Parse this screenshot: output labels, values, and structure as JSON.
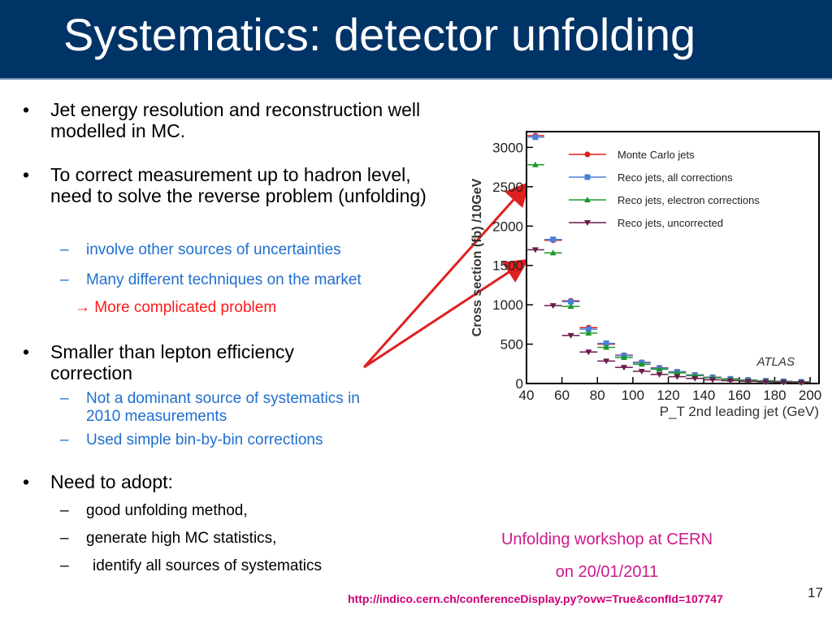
{
  "title": "Systematics: detector unfolding",
  "bullets": {
    "b1": "Jet energy resolution and reconstruction well modelled in MC.",
    "b2": "To correct measurement up to hadron level, need to solve the reverse problem (unfolding)",
    "b2_sub1": "involve other sources of uncertainties",
    "b2_sub2": "Many different techniques on the market",
    "b2_arrow": "→ More complicated problem",
    "b3": "Smaller than lepton efficiency correction",
    "b3_sub1_l1": "Not a dominant source of systematics in",
    "b3_sub1_l2": "2010 measurements",
    "b3_sub2": "Used simple bin-by-bin corrections",
    "b4": "Need to adopt:",
    "b4_sub1": "good unfolding method,",
    "b4_sub2": "generate high MC statistics,",
    "b4_sub3": "identify all sources of systematics"
  },
  "bullet_glyph": "•",
  "dash_glyph": "–",
  "workshop": {
    "line1": "Unfolding workshop at CERN",
    "line2": "on 20/01/2011"
  },
  "url": "http://indico.cern.ch/conferenceDisplay.py?ovw=True&confId=107747",
  "slide_number": "17",
  "colors": {
    "title_bg": "#003366",
    "sub_bullet": "#1f6fcf",
    "highlight": "#ff1a1a",
    "workshop": "#cc1a8a",
    "url": "#cc0077"
  },
  "chart_data": {
    "type": "scatter",
    "ylabel": "Cross section (fb) /10GeV",
    "xlabel": "P_T 2nd leading jet (GeV)",
    "annotation": "ATLAS",
    "xlim": [
      40,
      205
    ],
    "ylim": [
      0,
      3200
    ],
    "xticks": [
      40,
      60,
      80,
      100,
      120,
      140,
      160,
      180,
      200
    ],
    "yticks": [
      0,
      500,
      1000,
      1500,
      2000,
      2500,
      3000
    ],
    "legend_position": "top-right",
    "series": [
      {
        "name": "Monte Carlo jets",
        "color": "#e02020",
        "marker": "circle",
        "x": [
          45,
          55,
          65,
          75,
          85,
          95,
          105,
          115,
          125,
          135,
          145,
          155,
          165,
          175,
          185,
          195
        ],
        "y": [
          3150,
          1820,
          1050,
          710,
          500,
          360,
          270,
          200,
          150,
          110,
          80,
          60,
          45,
          35,
          28,
          22
        ]
      },
      {
        "name": "Reco jets, all corrections",
        "color": "#4a7fd8",
        "marker": "square",
        "x": [
          45,
          55,
          65,
          75,
          85,
          95,
          105,
          115,
          125,
          135,
          145,
          155,
          165,
          175,
          185,
          195
        ],
        "y": [
          3130,
          1830,
          1040,
          690,
          510,
          355,
          265,
          195,
          148,
          108,
          78,
          58,
          44,
          34,
          27,
          21
        ]
      },
      {
        "name": "Reco jets, electron corrections",
        "color": "#1a9a2a",
        "marker": "triangle-up",
        "x": [
          45,
          55,
          65,
          75,
          85,
          95,
          105,
          115,
          125,
          135,
          145,
          155,
          165,
          175,
          185,
          195
        ],
        "y": [
          2780,
          1660,
          980,
          640,
          460,
          330,
          245,
          182,
          136,
          100,
          72,
          54,
          41,
          32,
          25,
          19
        ]
      },
      {
        "name": "Reco jets, uncorrected",
        "color": "#6a1a4a",
        "marker": "triangle-down",
        "x": [
          45,
          55,
          65,
          75,
          85,
          95,
          105,
          115,
          125,
          135,
          145,
          155,
          165,
          175,
          185,
          195
        ],
        "y": [
          1700,
          990,
          610,
          400,
          285,
          205,
          155,
          115,
          86,
          64,
          47,
          36,
          27,
          21,
          16,
          12
        ]
      }
    ]
  }
}
